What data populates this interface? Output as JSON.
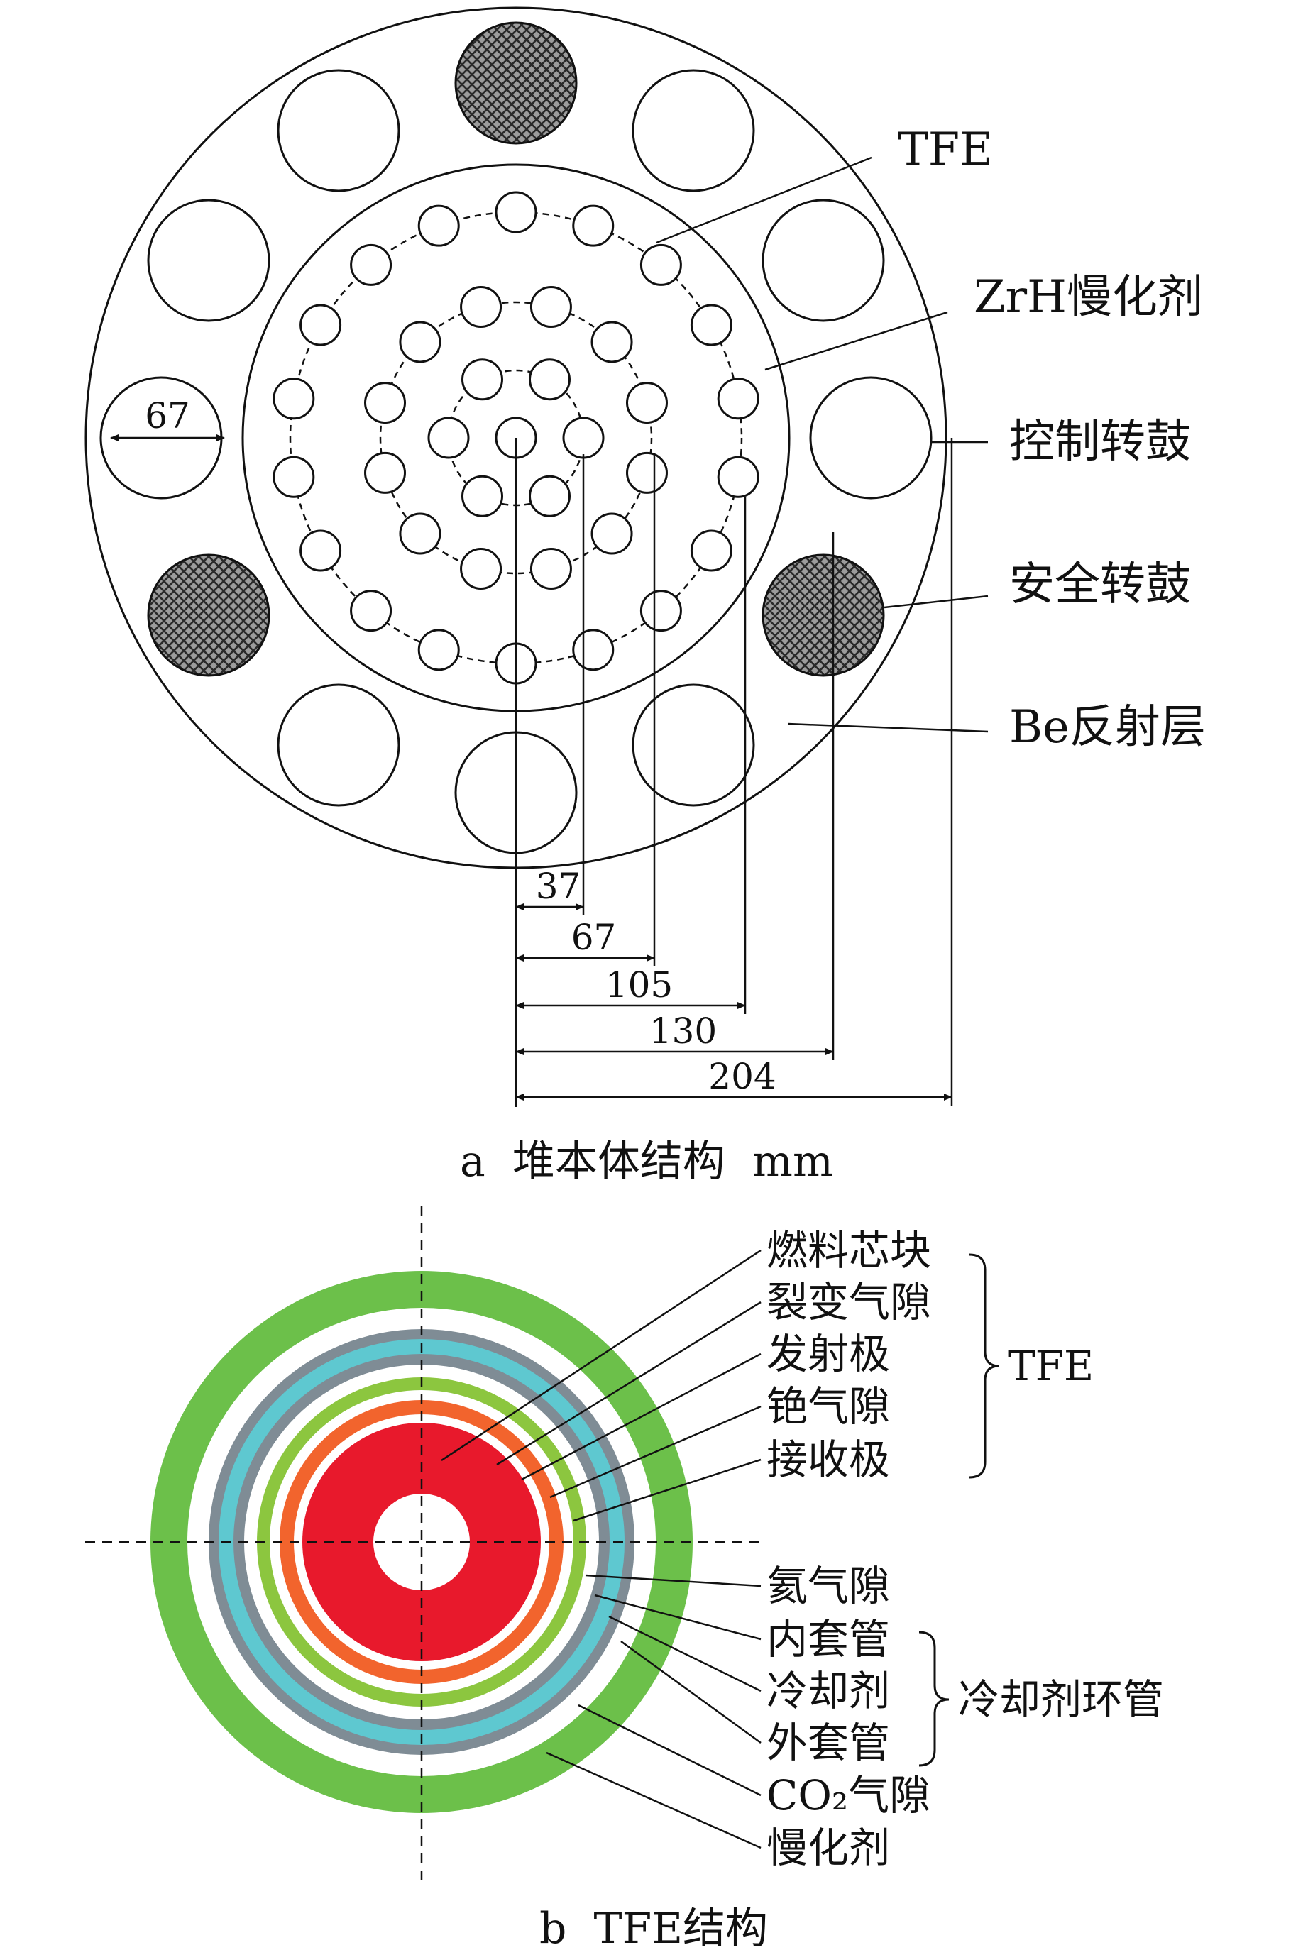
{
  "panel_a": {
    "labels": {
      "tfe": "TFE",
      "zrh": "ZrH慢化剂",
      "control_drum": "控制转鼓",
      "safety_drum": "安全转鼓",
      "be_reflector": "Be反射层"
    },
    "drum_width": "67",
    "dims": [
      "37",
      "67",
      "105",
      "130",
      "204"
    ],
    "caption": "a  堆本体结构  mm"
  },
  "panel_b": {
    "layers": [
      "燃料芯块",
      "裂变气隙",
      "发射极",
      "铯气隙",
      "接收极",
      "氦气隙",
      "内套管",
      "冷却剂",
      "外套管",
      "CO₂气隙",
      "慢化剂"
    ],
    "group_tfe": "TFE",
    "group_coolant": "冷却剂环管",
    "caption": "b  TFE结构",
    "colors": {
      "fuel": "#e8192c",
      "emitter": "#f2642d",
      "collector": "#8cc63f",
      "tube": "#7f8c95",
      "coolant": "#5ec8d0",
      "moderator": "#6cc04a"
    }
  }
}
